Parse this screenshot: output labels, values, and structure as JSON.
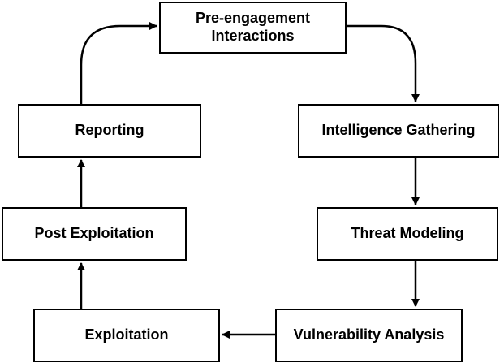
{
  "diagram": {
    "nodes": [
      {
        "id": "pre",
        "label_lines": [
          "Pre-engagement",
          "Interactions"
        ]
      },
      {
        "id": "intel",
        "label_lines": [
          "Intelligence Gathering"
        ]
      },
      {
        "id": "threat",
        "label_lines": [
          "Threat Modeling"
        ]
      },
      {
        "id": "vuln",
        "label_lines": [
          "Vulnerability Analysis"
        ]
      },
      {
        "id": "exploit",
        "label_lines": [
          "Exploitation"
        ]
      },
      {
        "id": "post",
        "label_lines": [
          "Post Exploitation"
        ]
      },
      {
        "id": "report",
        "label_lines": [
          "Reporting"
        ]
      }
    ],
    "edges": [
      {
        "from": "pre",
        "to": "intel"
      },
      {
        "from": "intel",
        "to": "threat"
      },
      {
        "from": "threat",
        "to": "vuln"
      },
      {
        "from": "vuln",
        "to": "exploit"
      },
      {
        "from": "exploit",
        "to": "post"
      },
      {
        "from": "post",
        "to": "report"
      },
      {
        "from": "report",
        "to": "pre"
      }
    ],
    "colors": {
      "stroke": "#000000",
      "box_fill": "#ffffff",
      "text": "#000000"
    }
  }
}
